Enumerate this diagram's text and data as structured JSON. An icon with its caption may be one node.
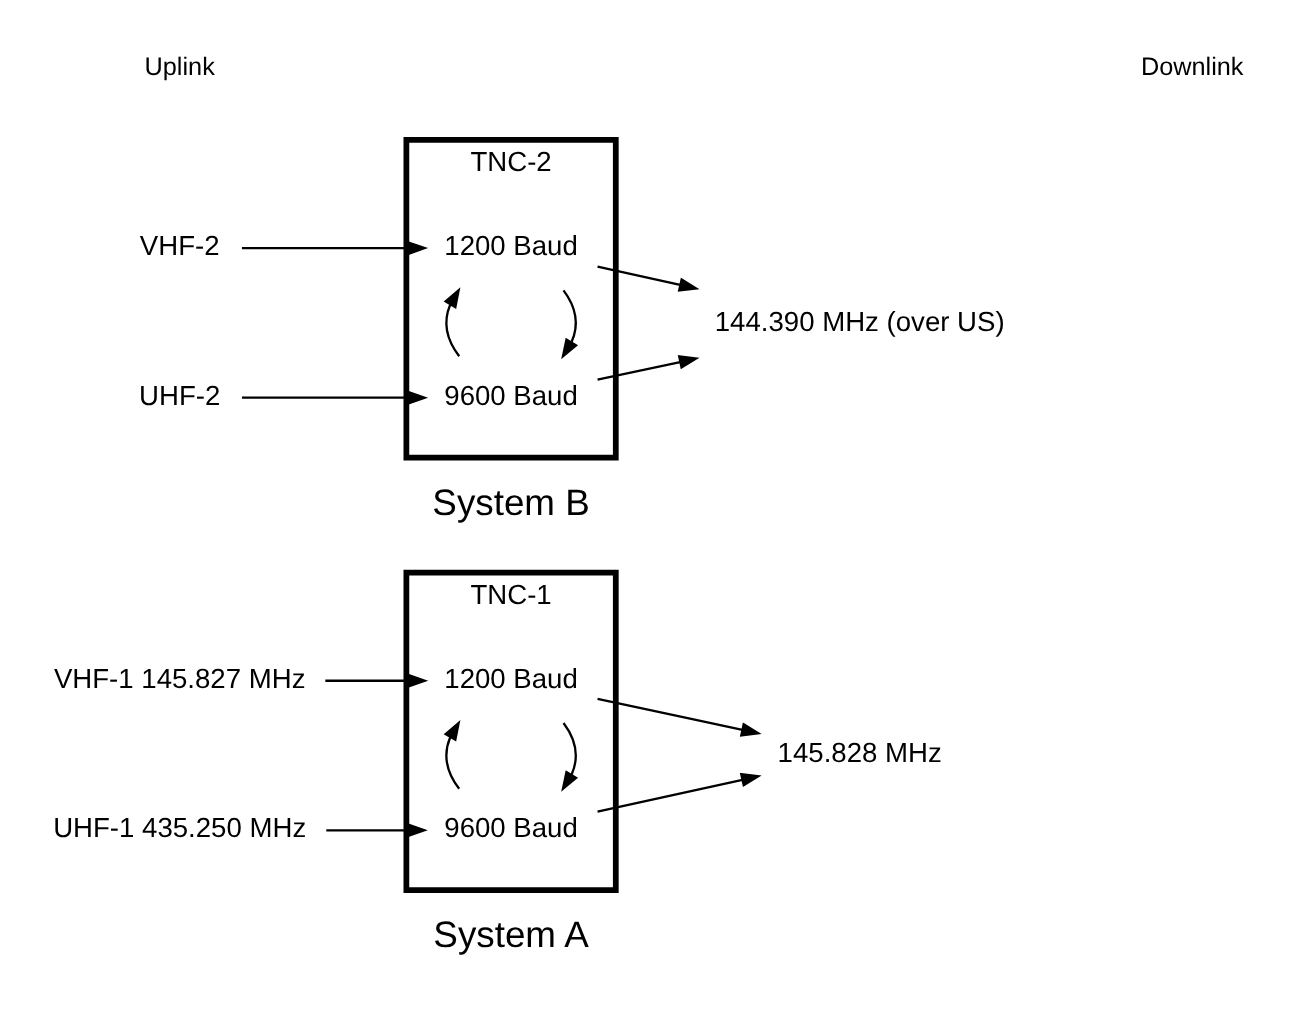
{
  "diagram": {
    "nodes": [
      {
        "text": [
          "TNC-1"
        ],
        "beside": [
          "System A"
        ]
      },
      {
        "text": [
          "1200 Baud"
        ],
        "in": 0
      },
      {
        "text": [
          "9600 Baud"
        ],
        "in": 0
      },
      {
        "text": [
          "VHF-1 145.827 MHz"
        ]
      },
      {
        "text": [
          "UHF-1 435.250 MHz"
        ]
      },
      {
        "text": [
          "145.828 MHz"
        ]
      },
      {
        "text": [
          "TNC-2"
        ],
        "beside": [
          "System B"
        ]
      },
      {
        "text": [
          "1200 Baud"
        ],
        "in": 6
      },
      {
        "text": [
          "9600 Baud"
        ],
        "in": 6
      },
      {
        "text": [
          "VHF-2"
        ]
      },
      {
        "text": [
          "UHF-2"
        ]
      },
      {
        "text": [
          "144.390 MHz (over US)"
        ]
      }
    ],
    "edges": [
      {
        "from": 3,
        "to": 1,
        "arrow": "to"
      },
      {
        "from": 4,
        "to": 2,
        "arrow": "to"
      },
      {
        "from": 1,
        "to": 2,
        "arrow": "to"
      },
      {
        "from": 2,
        "to": 1,
        "arrow": "to"
      },
      {
        "from": 1,
        "to": 5,
        "arrow": "to"
      },
      {
        "from": 2,
        "to": 5,
        "arrow": "to"
      },
      {
        "from": 9,
        "to": 7,
        "arrow": "to"
      },
      {
        "from": 10,
        "to": 8,
        "arrow": "to"
      },
      {
        "from": 7,
        "to": 8,
        "arrow": "to"
      },
      {
        "from": 8,
        "to": 7,
        "arrow": "to"
      },
      {
        "from": 7,
        "to": 11,
        "arrow": "to"
      },
      {
        "from": 8,
        "to": 11,
        "arrow": "to"
      }
    ],
    "labels": [
      "Uplink",
      "Downlink"
    ]
  }
}
